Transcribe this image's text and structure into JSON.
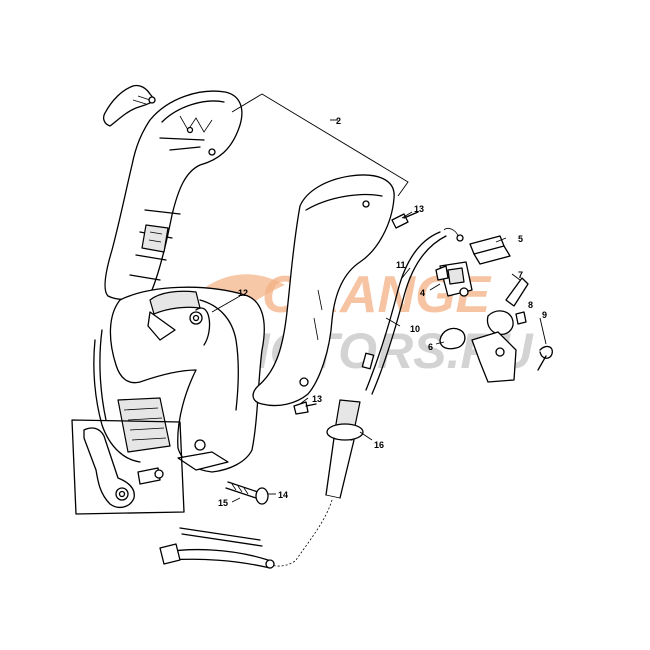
{
  "watermark": {
    "line1": "ORANGE",
    "line2": "MOTORS.RU",
    "color_primary": "#f4b183",
    "color_secondary": "#c9c9c9"
  },
  "callouts": {
    "c2": "2",
    "c4": "4",
    "c5": "5",
    "c6": "6",
    "c7": "7",
    "c8": "8",
    "c9": "9",
    "c10": "10",
    "c11": "11",
    "c12": "12",
    "c13a": "13",
    "c13b": "13",
    "c14": "14",
    "c15": "15",
    "c16": "16"
  }
}
